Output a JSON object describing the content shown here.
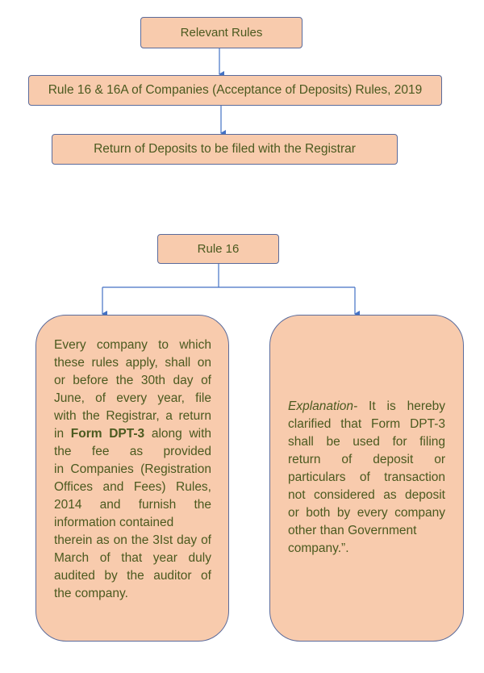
{
  "top_flow": [
    "Relevant Rules",
    "Rule 16 & 16A of Companies (Acceptance of Deposits) Rules, 2019",
    "Return of Deposits to be filed with the Registrar"
  ],
  "rule_box": "Rule 16",
  "left_box": {
    "lines": [
      "Every company to which",
      "these rules apply, shall on",
      "or before the 30th day of",
      "June, of every year, file",
      "with the Registrar, a return"
    ],
    "line6_pre": "in ",
    "line6_bold": "Form DPT-3",
    "line6_post": " along with",
    "lines_after": [
      "the fee as provided",
      "in Companies (Registration",
      "Offices and Fees) Rules,",
      "2014 and furnish the",
      "information contained",
      "therein as on the 3Ist day of",
      "March of that year duly",
      "audited by the auditor of",
      "the company."
    ]
  },
  "right_box": {
    "line1_italic": "Explanation-",
    "line1_rest": " It is hereby",
    "lines": [
      "clarified that Form DPT-3",
      "shall be used for filing",
      "return of deposit or",
      "particulars of transaction",
      "not considered as deposit",
      "or both by every company",
      "other than Government",
      "company.”."
    ]
  },
  "colors": {
    "fill": "#f8cbad",
    "border": "#5b6b9b",
    "text": "#4b5a1f",
    "connector": "#4472c4"
  }
}
